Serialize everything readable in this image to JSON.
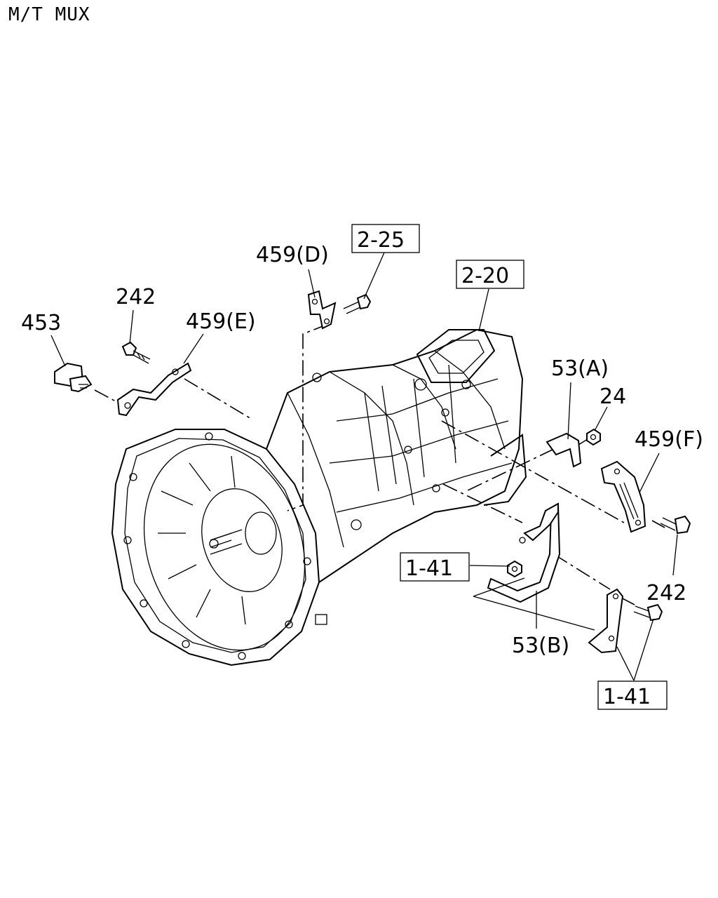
{
  "title": "M/T MUX",
  "callouts": {
    "ref_2_25": "2-25",
    "ref_2_20": "2-20",
    "ref_1_41_left": "1-41",
    "ref_1_41_right": "1-41",
    "part_459D": "459(D)",
    "part_459E": "459(E)",
    "part_459F": "459(F)",
    "part_242_top": "242",
    "part_242_right": "242",
    "part_453": "453",
    "part_53A": "53(A)",
    "part_53B": "53(B)",
    "part_24": "24"
  }
}
